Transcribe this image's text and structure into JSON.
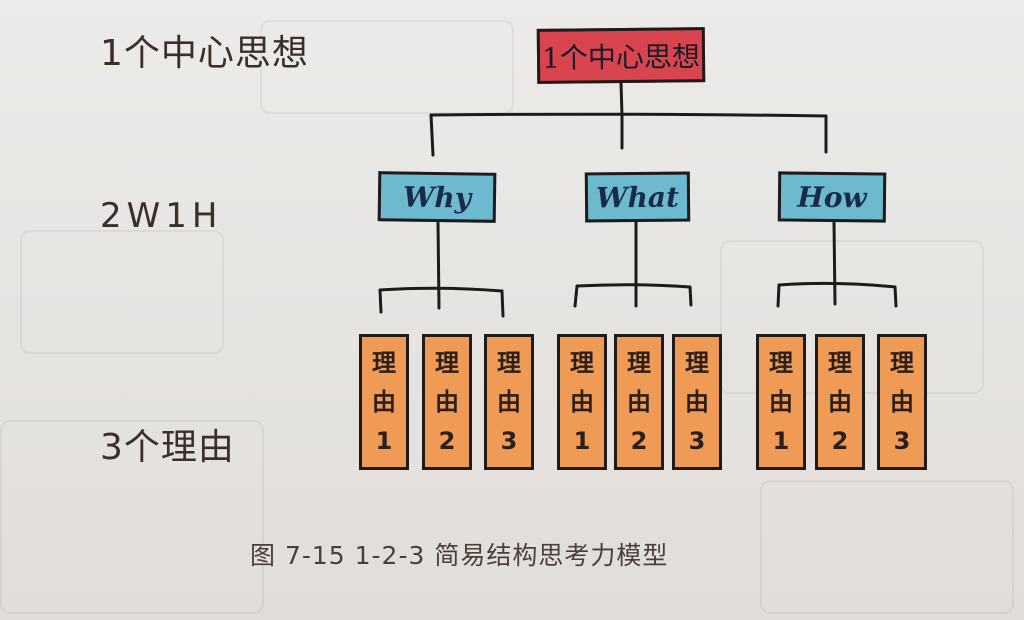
{
  "row_labels": {
    "level1": "1个中心思想",
    "level2": "2W1H",
    "level3": "3个理由"
  },
  "root": {
    "label": "1个中心思想"
  },
  "branches": [
    {
      "label": "Why",
      "reasons": [
        [
          "理",
          "由",
          "1"
        ],
        [
          "理",
          "由",
          "2"
        ],
        [
          "理",
          "由",
          "3"
        ]
      ]
    },
    {
      "label": "What",
      "reasons": [
        [
          "理",
          "由",
          "1"
        ],
        [
          "理",
          "由",
          "2"
        ],
        [
          "理",
          "由",
          "3"
        ]
      ]
    },
    {
      "label": "How",
      "reasons": [
        [
          "理",
          "由",
          "1"
        ],
        [
          "理",
          "由",
          "2"
        ],
        [
          "理",
          "由",
          "3"
        ]
      ]
    }
  ],
  "caption": "图 7-15    1-2-3 简易结构思考力模型",
  "colors": {
    "root_fill": "#d8454e",
    "branch_fill": "#6db9cf",
    "reason_fill": "#ef9a55",
    "line": "#1f1b1a"
  }
}
